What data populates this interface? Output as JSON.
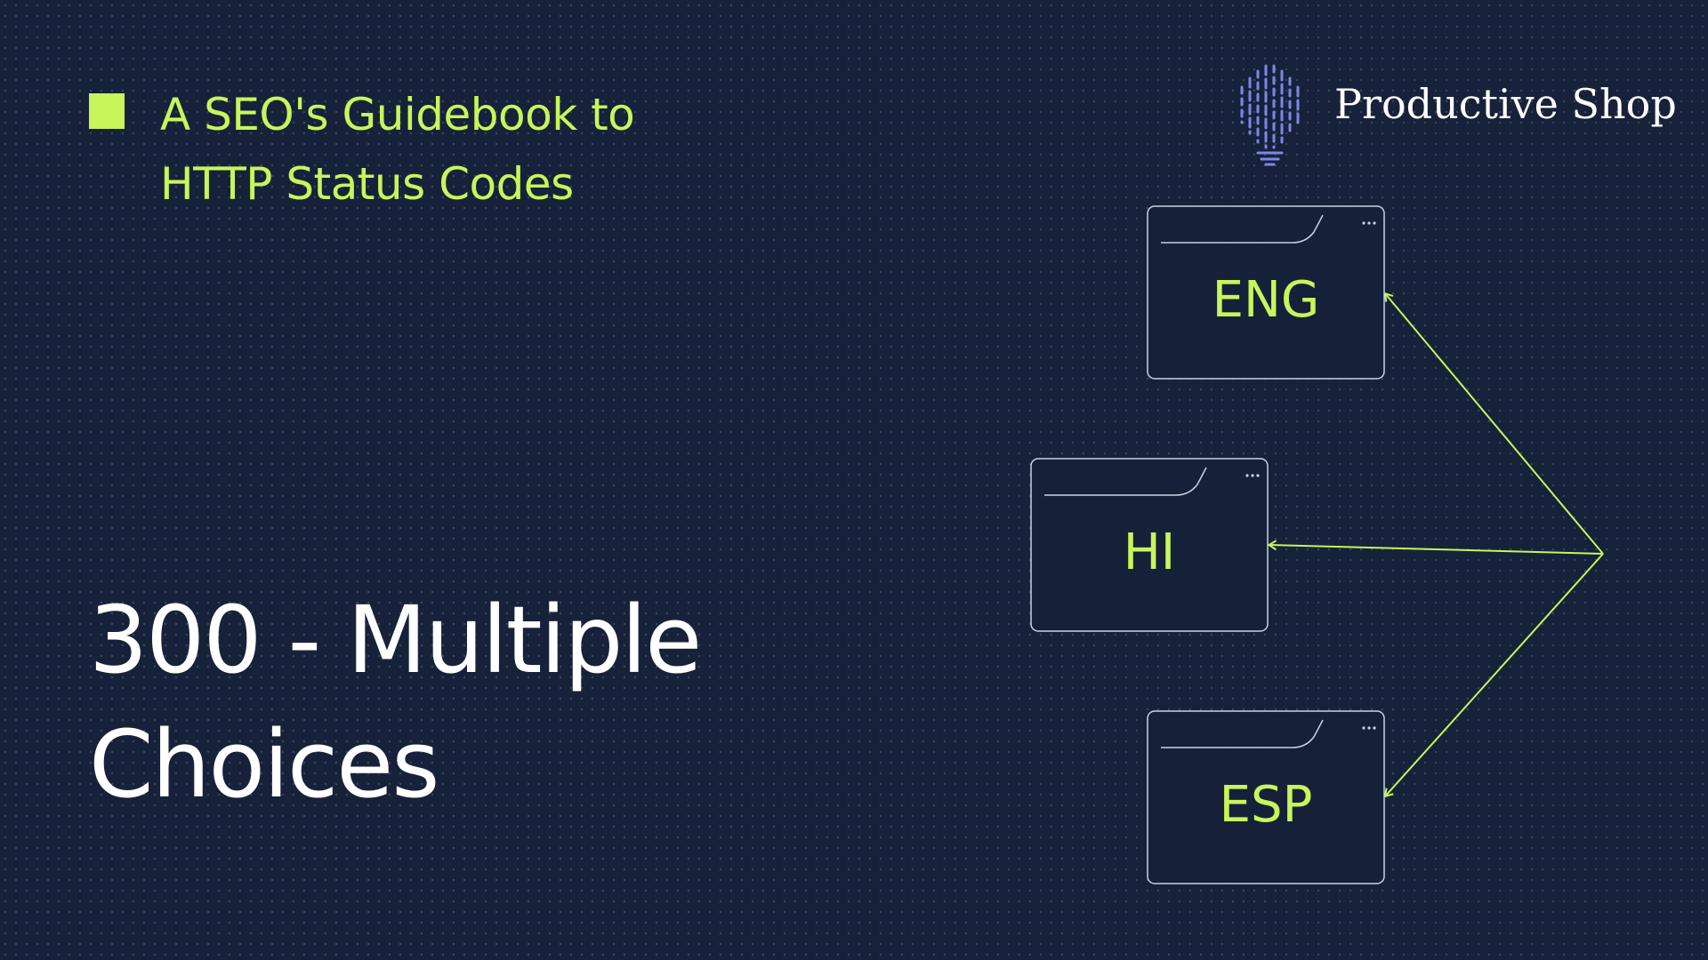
{
  "colors": {
    "background": "#17223a",
    "accent": "#c8f55a",
    "title": "#ffffff",
    "brand_text": "#ffffff",
    "brand_logo": "#7f86e6",
    "node_border": "#c9d3e2"
  },
  "header": {
    "marker_icon": "square-bullet-icon",
    "series_title_line1": "A SEO's Guidebook to",
    "series_title_line2": "HTTP Status Codes"
  },
  "brand": {
    "name": "Productive Shop",
    "logo_icon": "lightbulb-lines-icon"
  },
  "main": {
    "title_line1": "300 - Multiple",
    "title_line2": "Choices"
  },
  "diagram": {
    "nodes": [
      {
        "id": "eng",
        "label": "ENG",
        "menu_icon": "ellipsis-icon"
      },
      {
        "id": "hi",
        "label": "HI",
        "menu_icon": "ellipsis-icon"
      },
      {
        "id": "esp",
        "label": "ESP",
        "menu_icon": "ellipsis-icon"
      }
    ],
    "edges": [
      {
        "from": "origin",
        "to": "eng"
      },
      {
        "from": "origin",
        "to": "hi"
      },
      {
        "from": "origin",
        "to": "esp"
      }
    ]
  }
}
